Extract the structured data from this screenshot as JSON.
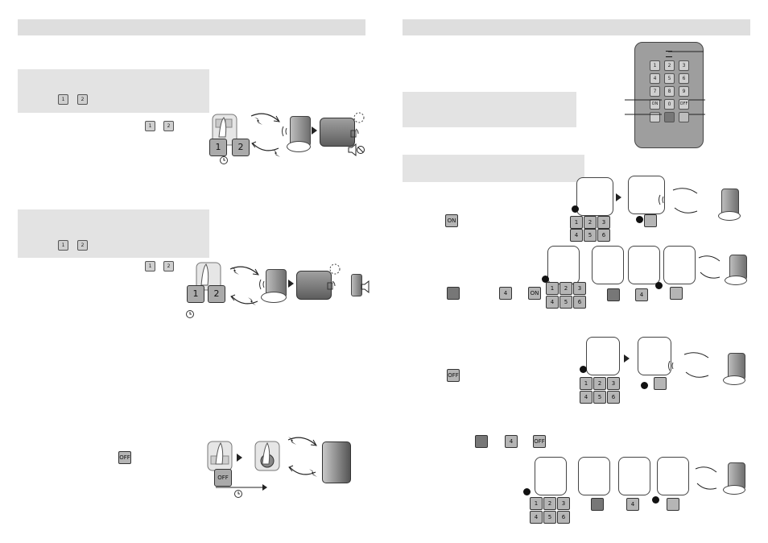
{
  "keys": {
    "k1": "1",
    "k2": "2",
    "k3": "3",
    "k4": "4",
    "k5": "5",
    "k6": "6",
    "k7": "7",
    "k8": "8",
    "k9": "9",
    "k0": "0",
    "on": "ON",
    "off": "OFF"
  },
  "colors": {
    "header_bar": "#dedede",
    "info_box": "#e3e3e3",
    "key_fill": "#aaaaaa",
    "device_body": "#888888"
  },
  "icons": {
    "flash": "flash-icon",
    "signal": "signal-waves-icon",
    "arrow": "curved-arrow-icon",
    "clock": "clock-icon",
    "speaker": "speaker-icon",
    "speaker_muted": "speaker-muted-icon",
    "hand": "pressing-hand-icon"
  }
}
